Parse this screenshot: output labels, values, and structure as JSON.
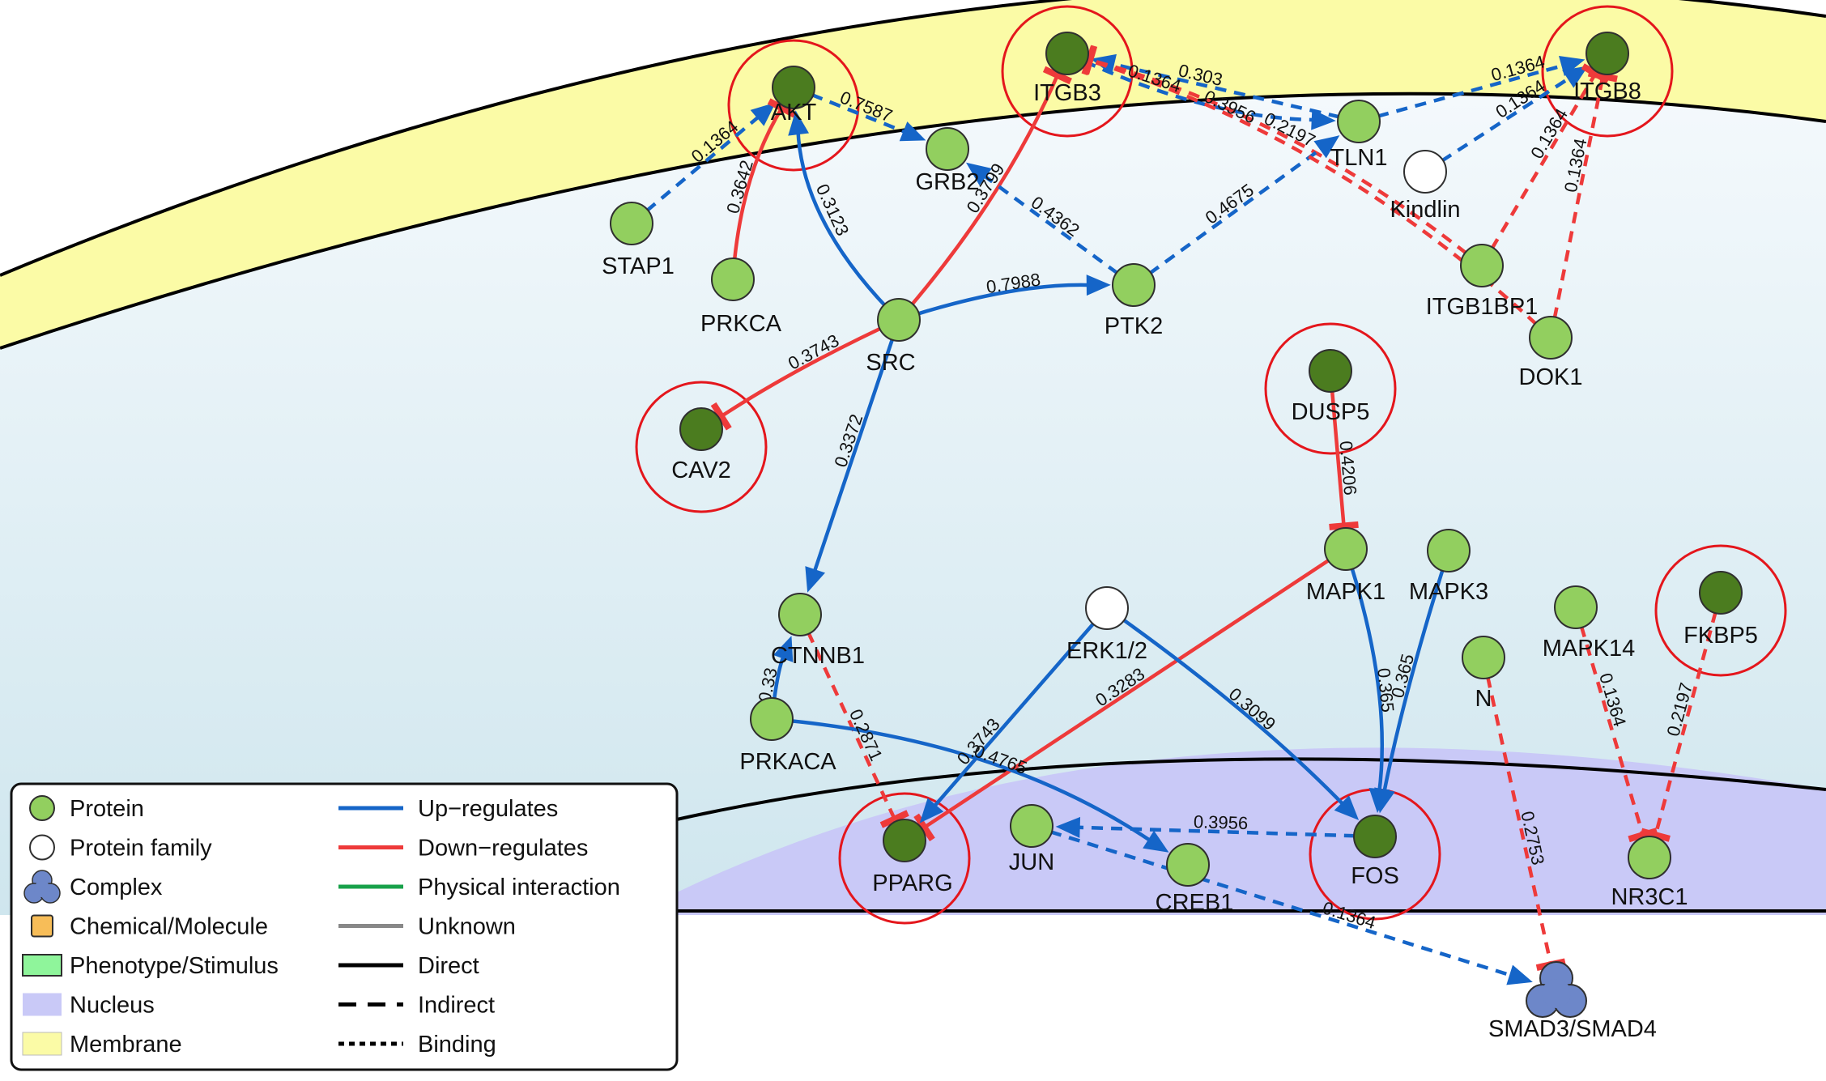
{
  "colors": {
    "protein_fill": "#92cf5f",
    "target_fill": "#4b7c1f",
    "node_stroke": "#2f2f2f",
    "highlight": "#e4161c",
    "up": "#1565c8",
    "down": "#ee3a3a",
    "physical": "#18a14a",
    "unknown": "#888888",
    "membrane": "#fbfba6",
    "nucleus": "#c9c9f7",
    "cytoplasm_top": "#f4f9fc",
    "cytoplasm_bottom": "#cfe6ee",
    "complex": "#6d87c9",
    "chemical": "#f7bd58",
    "phenotype": "#8ff59b"
  },
  "nodes": [
    {
      "id": "AKT",
      "label": "AKT",
      "kind": "protein",
      "target": true,
      "highlighted": true
    },
    {
      "id": "ITGB3",
      "label": "ITGB3",
      "kind": "protein",
      "target": true,
      "highlighted": true
    },
    {
      "id": "ITGB8",
      "label": "ITGB8",
      "kind": "protein",
      "target": true,
      "highlighted": true
    },
    {
      "id": "GRB2",
      "label": "GRB2",
      "kind": "protein",
      "target": false,
      "highlighted": false
    },
    {
      "id": "TLN1",
      "label": "TLN1",
      "kind": "protein",
      "target": false,
      "highlighted": false
    },
    {
      "id": "Kindlin",
      "label": "Kindlin",
      "kind": "family",
      "target": false,
      "highlighted": false
    },
    {
      "id": "STAP1",
      "label": "STAP1",
      "kind": "protein",
      "target": false,
      "highlighted": false
    },
    {
      "id": "PRKCA",
      "label": "PRKCA",
      "kind": "protein",
      "target": false,
      "highlighted": false
    },
    {
      "id": "SRC",
      "label": "SRC",
      "kind": "protein",
      "target": false,
      "highlighted": false
    },
    {
      "id": "PTK2",
      "label": "PTK2",
      "kind": "protein",
      "target": false,
      "highlighted": false
    },
    {
      "id": "ITGB1BP1",
      "label": "ITGB1BP1",
      "kind": "protein",
      "target": false,
      "highlighted": false
    },
    {
      "id": "DOK1",
      "label": "DOK1",
      "kind": "protein",
      "target": false,
      "highlighted": false
    },
    {
      "id": "CAV2",
      "label": "CAV2",
      "kind": "protein",
      "target": true,
      "highlighted": true
    },
    {
      "id": "DUSP5",
      "label": "DUSP5",
      "kind": "protein",
      "target": true,
      "highlighted": true
    },
    {
      "id": "MAPK1",
      "label": "MAPK1",
      "kind": "protein",
      "target": false,
      "highlighted": false
    },
    {
      "id": "MAPK3",
      "label": "MAPK3",
      "kind": "protein",
      "target": false,
      "highlighted": false
    },
    {
      "id": "MAPK14",
      "label": "MAPK14",
      "kind": "protein",
      "target": false,
      "highlighted": false
    },
    {
      "id": "FKBP5",
      "label": "FKBP5",
      "kind": "protein",
      "target": true,
      "highlighted": true
    },
    {
      "id": "CTNNB1",
      "label": "CTNNB1",
      "kind": "protein",
      "target": false,
      "highlighted": false
    },
    {
      "id": "ERK12",
      "label": "ERK1/2",
      "kind": "family",
      "target": false,
      "highlighted": false
    },
    {
      "id": "N",
      "label": "N",
      "kind": "protein",
      "target": false,
      "highlighted": false
    },
    {
      "id": "PRKACA",
      "label": "PRKACA",
      "kind": "protein",
      "target": false,
      "highlighted": false
    },
    {
      "id": "PPARG",
      "label": "PPARG",
      "kind": "protein",
      "target": true,
      "highlighted": true
    },
    {
      "id": "JUN",
      "label": "JUN",
      "kind": "protein",
      "target": false,
      "highlighted": false
    },
    {
      "id": "CREB1",
      "label": "CREB1",
      "kind": "protein",
      "target": false,
      "highlighted": false
    },
    {
      "id": "FOS",
      "label": "FOS",
      "kind": "protein",
      "target": true,
      "highlighted": true
    },
    {
      "id": "NR3C1",
      "label": "NR3C1",
      "kind": "protein",
      "target": false,
      "highlighted": false
    },
    {
      "id": "SMAD",
      "label": "SMAD3/SMAD4",
      "kind": "complex",
      "target": false,
      "highlighted": false
    }
  ],
  "edges": [
    {
      "from": "STAP1",
      "to": "AKT",
      "effect": "up",
      "style": "indirect",
      "label": "0.1364"
    },
    {
      "from": "PRKCA",
      "to": "AKT",
      "effect": "down",
      "style": "direct",
      "label": "0.3642"
    },
    {
      "from": "SRC",
      "to": "AKT",
      "effect": "up",
      "style": "direct",
      "label": "0.3123"
    },
    {
      "from": "AKT",
      "to": "GRB2",
      "effect": "up",
      "style": "indirect",
      "label": "0.7587"
    },
    {
      "from": "SRC",
      "to": "ITGB3",
      "effect": "down",
      "style": "direct",
      "label": "0.3799"
    },
    {
      "from": "PTK2",
      "to": "GRB2",
      "effect": "up",
      "style": "indirect",
      "label": "0.4362"
    },
    {
      "from": "SRC",
      "to": "PTK2",
      "effect": "up",
      "style": "direct",
      "label": "0.7988"
    },
    {
      "from": "SRC",
      "to": "CAV2",
      "effect": "down",
      "style": "direct",
      "label": "0.3743"
    },
    {
      "from": "SRC",
      "to": "CTNNB1",
      "effect": "up",
      "style": "direct",
      "label": "0.3372"
    },
    {
      "from": "TLN1",
      "to": "ITGB3",
      "effect": "up",
      "style": "indirect",
      "label": "0.303"
    },
    {
      "from": "ITGB3",
      "to": "TLN1",
      "effect": "up",
      "style": "indirect",
      "label": "0.1364"
    },
    {
      "from": "TLN1",
      "to": "ITGB8",
      "effect": "up",
      "style": "indirect",
      "label": "0.1364"
    },
    {
      "from": "Kindlin",
      "to": "ITGB8",
      "effect": "up",
      "style": "indirect",
      "label": "0.1364"
    },
    {
      "from": "ITGB1BP1",
      "to": "ITGB3",
      "effect": "down",
      "style": "indirect",
      "label": "0.2197"
    },
    {
      "from": "PTK2",
      "to": "TLN1",
      "effect": "up",
      "style": "indirect",
      "label": "0.4675"
    },
    {
      "from": "DOK1",
      "to": "ITGB3",
      "effect": "down",
      "style": "indirect",
      "label": "0.3956"
    },
    {
      "from": "ITGB1BP1",
      "to": "ITGB8",
      "effect": "down",
      "style": "indirect",
      "label": "0.1364"
    },
    {
      "from": "DOK1",
      "to": "ITGB8",
      "effect": "down",
      "style": "indirect",
      "label": "0.1364"
    },
    {
      "from": "DUSP5",
      "to": "MAPK1",
      "effect": "down",
      "style": "direct",
      "label": "0.4206"
    },
    {
      "from": "MAPK1",
      "to": "PPARG",
      "effect": "down",
      "style": "direct",
      "label": "0.3283"
    },
    {
      "from": "MAPK1",
      "to": "FOS",
      "effect": "up",
      "style": "direct",
      "label": "0.365"
    },
    {
      "from": "MAPK3",
      "to": "FOS",
      "effect": "up",
      "style": "direct",
      "label": "0.365"
    },
    {
      "from": "ERK12",
      "to": "PPARG",
      "effect": "up",
      "style": "direct",
      "label": "0.3743"
    },
    {
      "from": "ERK12",
      "to": "FOS",
      "effect": "up",
      "style": "direct",
      "label": "0.3099"
    },
    {
      "from": "CTNNB1",
      "to": "PPARG",
      "effect": "down",
      "style": "indirect",
      "label": "0.2871"
    },
    {
      "from": "PRKACA",
      "to": "CTNNB1",
      "effect": "up",
      "style": "direct",
      "label": "0.33"
    },
    {
      "from": "PRKACA",
      "to": "CREB1",
      "effect": "up",
      "style": "direct",
      "label": "0.4765"
    },
    {
      "from": "FOS",
      "to": "JUN",
      "effect": "up",
      "style": "indirect",
      "label": "0.3956"
    },
    {
      "from": "JUN",
      "to": "SMAD",
      "effect": "up",
      "style": "indirect",
      "label": "0.1364"
    },
    {
      "from": "N",
      "to": "SMAD",
      "effect": "down",
      "style": "indirect",
      "label": "0.2753"
    },
    {
      "from": "MAPK14",
      "to": "NR3C1",
      "effect": "down",
      "style": "indirect",
      "label": "0.1364"
    },
    {
      "from": "FKBP5",
      "to": "NR3C1",
      "effect": "down",
      "style": "indirect",
      "label": "0.2197"
    }
  ],
  "legend": {
    "items": [
      {
        "id": "protein",
        "label": "Protein",
        "swatch": "protein"
      },
      {
        "id": "family",
        "label": "Protein family",
        "swatch": "family"
      },
      {
        "id": "complex",
        "label": "Complex",
        "swatch": "complex"
      },
      {
        "id": "chemical",
        "label": "Chemical/Molecule",
        "swatch": "chemical"
      },
      {
        "id": "phenotype",
        "label": "Phenotype/Stimulus",
        "swatch": "phenotype"
      },
      {
        "id": "nucleus",
        "label": "Nucleus",
        "swatch": "nucleus"
      },
      {
        "id": "membrane",
        "label": "Membrane",
        "swatch": "membrane"
      },
      {
        "id": "up",
        "label": "Up−regulates",
        "swatch": "up"
      },
      {
        "id": "down",
        "label": "Down−regulates",
        "swatch": "down"
      },
      {
        "id": "physical",
        "label": "Physical interaction",
        "swatch": "physical"
      },
      {
        "id": "unknown",
        "label": "Unknown",
        "swatch": "unknown"
      },
      {
        "id": "direct",
        "label": "Direct",
        "swatch": "direct"
      },
      {
        "id": "indirect",
        "label": "Indirect",
        "swatch": "indirect"
      },
      {
        "id": "binding",
        "label": "Binding",
        "swatch": "binding"
      }
    ]
  }
}
